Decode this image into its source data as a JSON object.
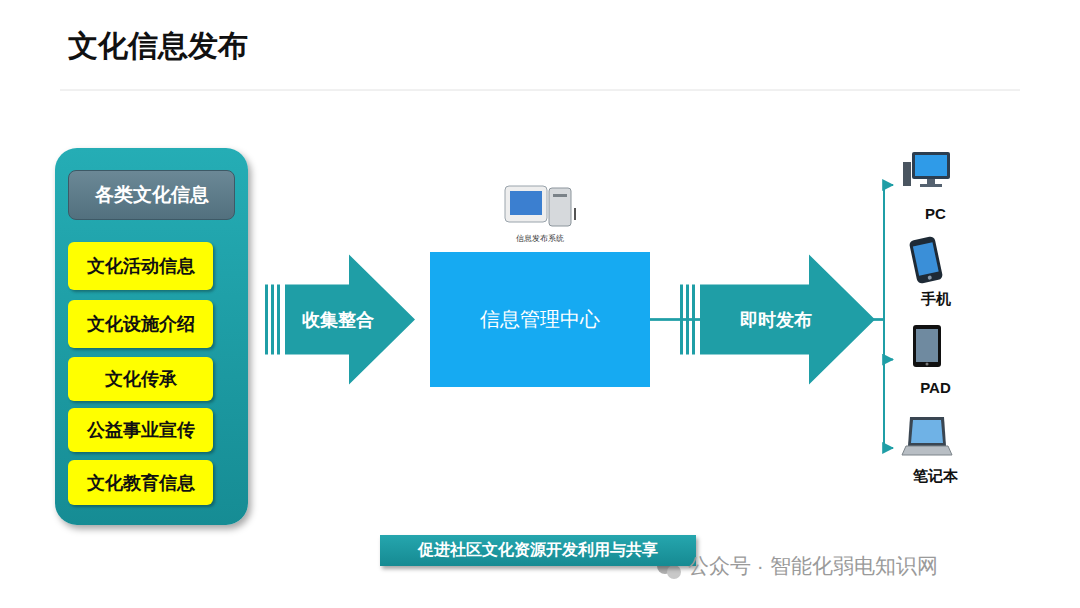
{
  "diagram": {
    "title": "文化信息发布",
    "nodes": [
      {
        "text": [
          "各类文化信息"
        ]
      },
      {
        "text": [
          "文化活动信息"
        ],
        "in": 0
      },
      {
        "text": [
          "文化设施介绍"
        ],
        "in": 0
      },
      {
        "text": [
          "文化传承"
        ],
        "in": 0
      },
      {
        "text": [
          "公益事业宣传"
        ],
        "in": 0
      },
      {
        "text": [
          "文化教育信息"
        ],
        "in": 0
      },
      {
        "text": [
          "信息管理中心"
        ]
      },
      {
        "text": [
          "PC"
        ]
      },
      {
        "text": [
          "手机"
        ]
      },
      {
        "text": [
          "PAD"
        ]
      },
      {
        "text": [
          "笔记本"
        ]
      },
      {
        "text": [
          "促进社区文化资源开发利用与共享"
        ]
      }
    ],
    "edges": [
      {
        "from": 0,
        "to": 6,
        "label": "收集整合",
        "arrow": "to"
      },
      {
        "from": 6,
        "to": 7,
        "arrow": "to"
      },
      {
        "from": 6,
        "to": 8,
        "label": "即时发布",
        "arrow": "to"
      },
      {
        "from": 6,
        "to": 9,
        "arrow": "to"
      },
      {
        "from": 6,
        "to": 10,
        "arrow": "to"
      }
    ],
    "labels": [
      "信息发布系统",
      "公众号 · 智能化弱电知识网"
    ]
  }
}
